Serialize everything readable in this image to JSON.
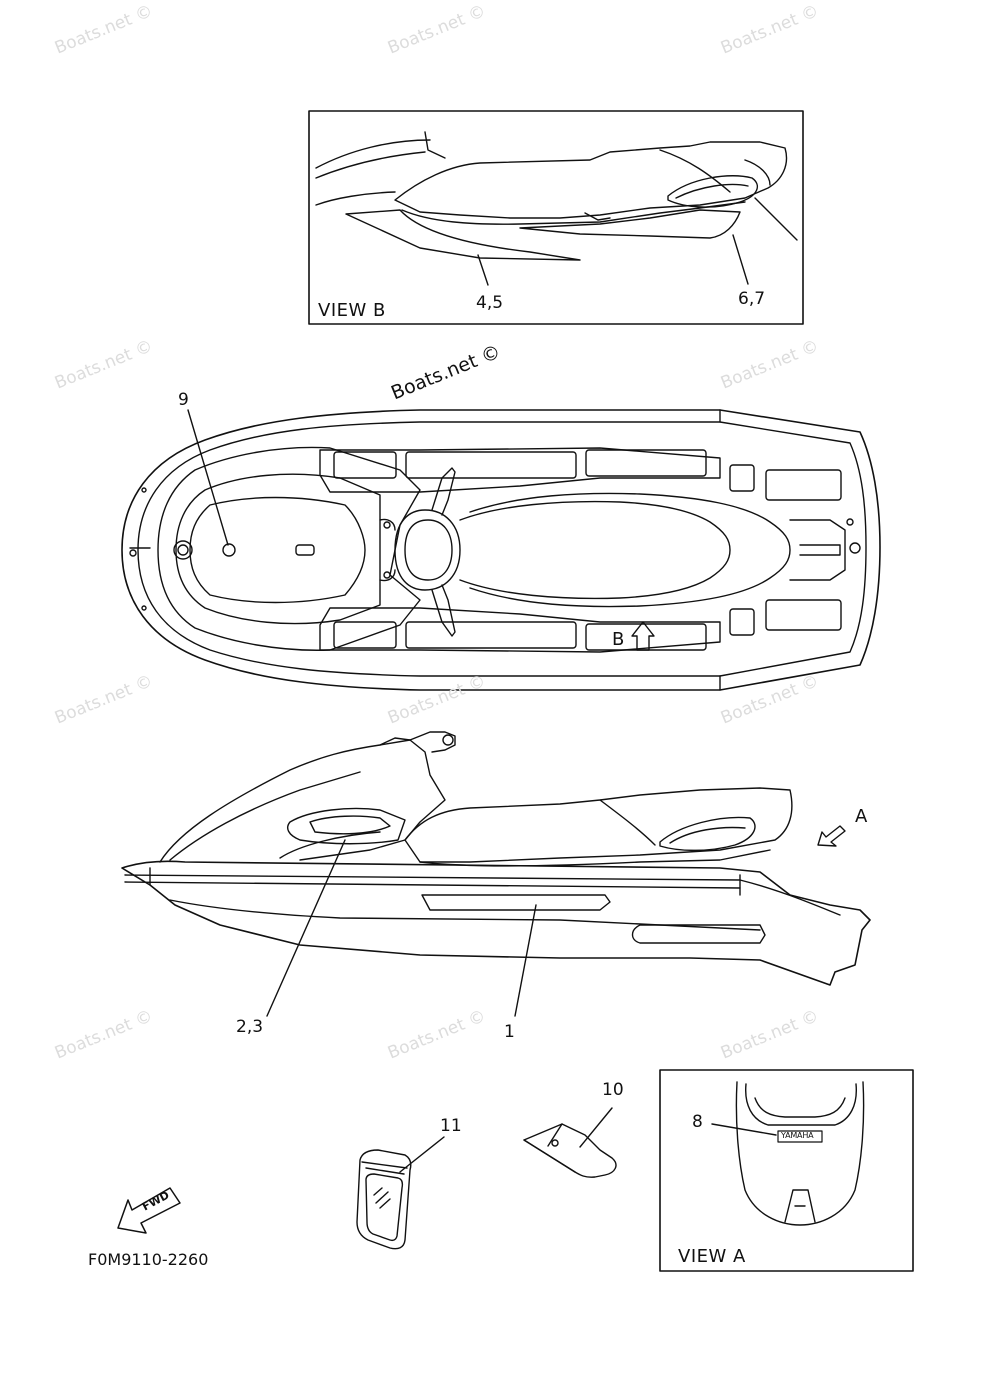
{
  "watermark": "Boats.net ©",
  "watermark_center": "Boats.net ©",
  "views": {
    "view_b": "VIEW B",
    "view_a": "VIEW A"
  },
  "callouts": {
    "c1": "1",
    "c23": "2,3",
    "c45": "4,5",
    "c67": "6,7",
    "c8": "8",
    "c9": "9",
    "c10": "10",
    "c11": "11"
  },
  "markers": {
    "a": "A",
    "b": "B"
  },
  "badge_text": "YAMAHA",
  "fwd_text": "FWD",
  "figure_code": "F0M9110-2260",
  "colors": {
    "line": "#111111",
    "watermark": "#dcdcdc"
  }
}
